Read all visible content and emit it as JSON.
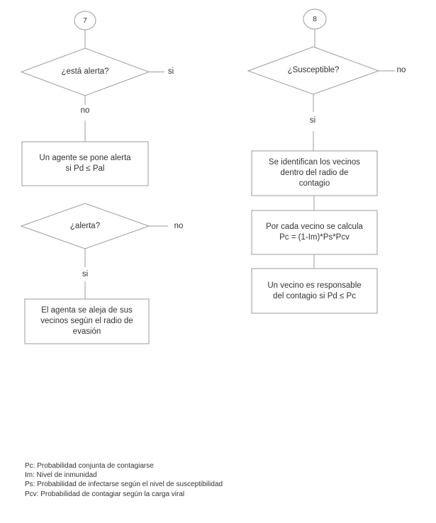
{
  "colors": {
    "background": "#ffffff",
    "shape_stroke": "#9b9b9b",
    "text": "#333333"
  },
  "flow": {
    "left": {
      "start_label": "7",
      "decision1": {
        "label": "¿está alerta?",
        "branch_right": "si",
        "branch_down": "no"
      },
      "process1": {
        "lines": [
          "Un agente se pone alerta",
          "si Pd ≤ Pal"
        ]
      },
      "decision2": {
        "label": "¿alerta?",
        "branch_right": "no",
        "branch_down": "si"
      },
      "process2": {
        "lines": [
          "El agenta se aleja de sus",
          "vecinos segùn el radio de",
          "evasión"
        ]
      }
    },
    "right": {
      "start_label": "8",
      "decision1": {
        "label": "¿Susceptible?",
        "branch_right": "no",
        "branch_down": "si"
      },
      "process1": {
        "lines": [
          "Se identifican los vecinos",
          "dentro del radio de",
          "contagio"
        ]
      },
      "process2": {
        "lines": [
          "Por cada vecino se calcula",
          "Pc = (1-Im)*Ps*Pcv"
        ]
      },
      "process3": {
        "lines": [
          "Un vecino es responsable",
          "del contagio si Pd ≤ Pc"
        ]
      }
    }
  },
  "legend": {
    "items": [
      "Pc: Probabilidad conjunta de contagiarse",
      "Im: Nivel de inmunidad",
      "Ps: Probabilidad de infectarse según el nivel de susceptibilidad",
      "Pcv: Probabilidad de contagiar según la carga viral"
    ]
  }
}
